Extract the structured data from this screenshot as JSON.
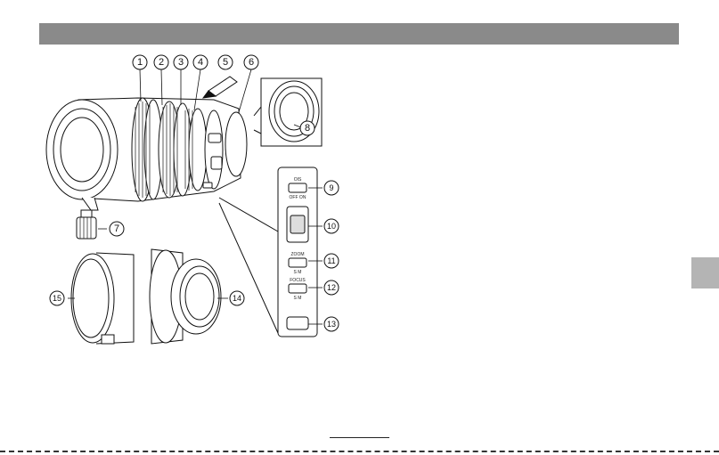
{
  "callouts": [
    {
      "id": "1",
      "label": "1"
    },
    {
      "id": "2",
      "label": "2"
    },
    {
      "id": "3",
      "label": "3"
    },
    {
      "id": "4",
      "label": "4"
    },
    {
      "id": "5",
      "label": "5"
    },
    {
      "id": "6",
      "label": "6"
    },
    {
      "id": "7",
      "label": "7"
    },
    {
      "id": "8",
      "label": "8"
    },
    {
      "id": "9",
      "label": "9"
    },
    {
      "id": "10",
      "label": "10"
    },
    {
      "id": "11",
      "label": "11"
    },
    {
      "id": "12",
      "label": "12"
    },
    {
      "id": "13",
      "label": "13"
    },
    {
      "id": "14",
      "label": "14"
    },
    {
      "id": "15",
      "label": "15"
    }
  ],
  "switch_labels": {
    "ois": "OIS",
    "ois_states": "OFF ON",
    "zoom": "ZOOM",
    "zoom_states": "S M",
    "focus": "FOCUS",
    "focus_states": "S M"
  },
  "colors": {
    "header": "#8a8a8a",
    "side_tab": "#b4b4b4",
    "ink": "#111111"
  }
}
